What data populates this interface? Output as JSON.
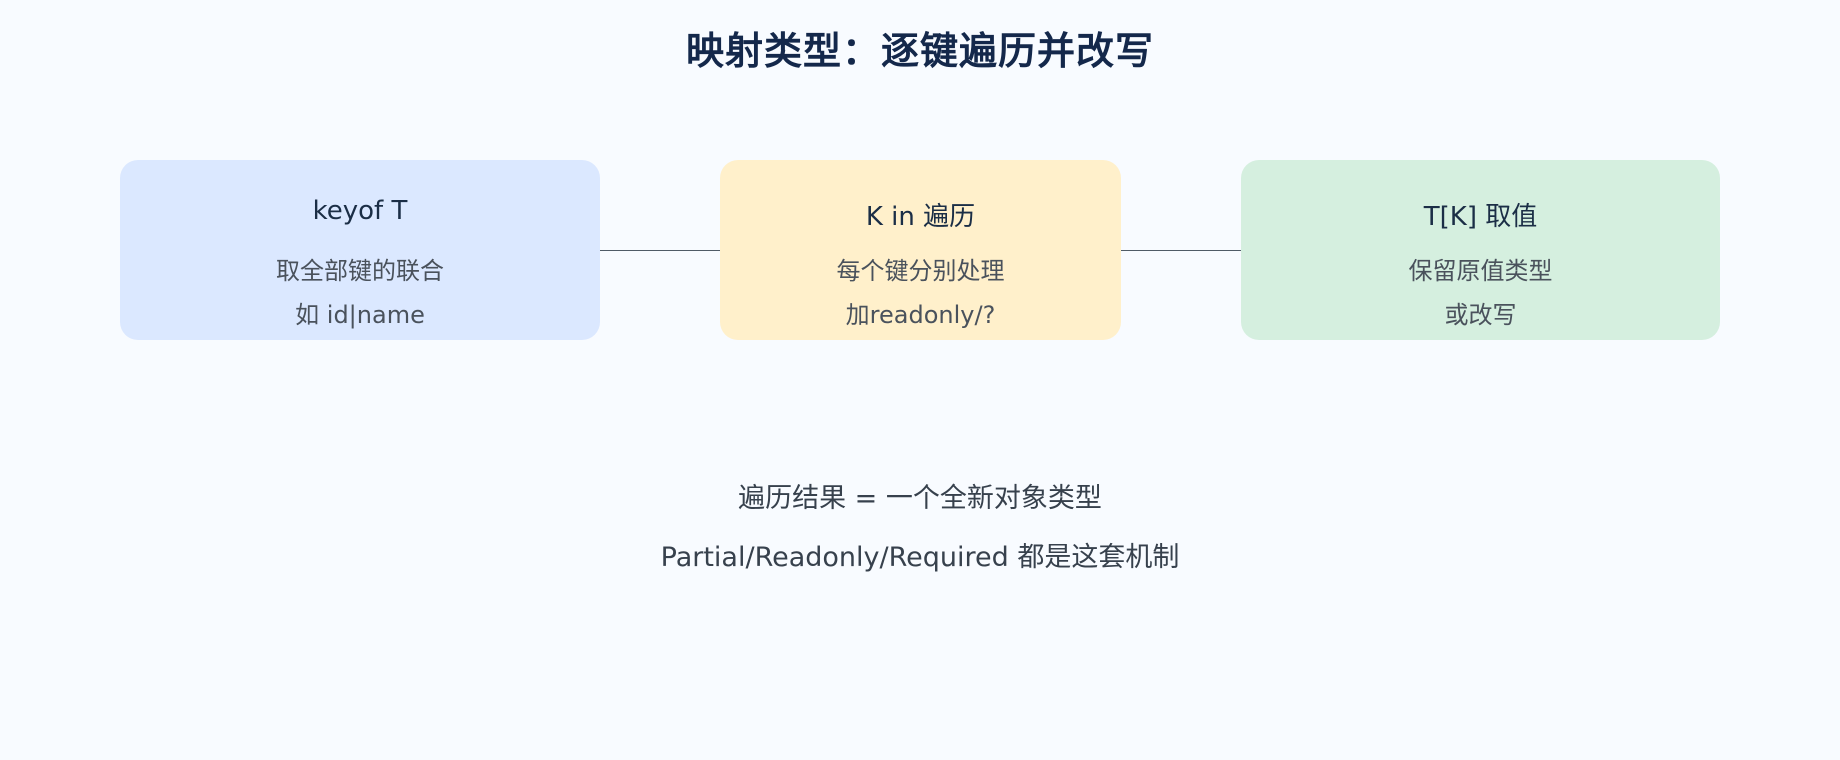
{
  "title": "映射类型：逐键遍历并改写",
  "nodes": [
    {
      "title": "keyof T",
      "lines": [
        "取全部键的联合",
        "如 id|name"
      ]
    },
    {
      "title": "K in 遍历",
      "lines": [
        "每个键分别处理",
        "加readonly/?"
      ]
    },
    {
      "title": "T[K] 取值",
      "lines": [
        "保留原值类型",
        "或改写"
      ]
    }
  ],
  "summary": [
    "遍历结果 = 一个全新对象类型",
    "Partial/Readonly/Required 都是这套机制"
  ],
  "colors": {
    "background": "#f8fbff",
    "title": "#14284b",
    "node_blue": "#dbe8ff",
    "node_yellow": "#fff0cb",
    "node_green": "#d5efdf",
    "connector": "#4f5b66"
  }
}
